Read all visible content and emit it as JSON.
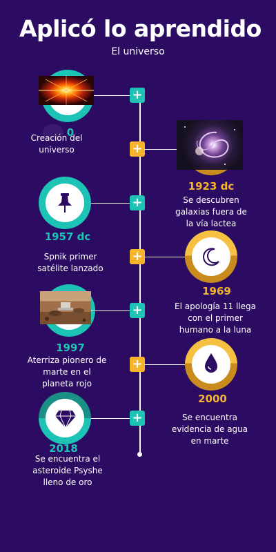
{
  "header": {
    "title": "Aplicó lo aprendido",
    "subtitle": "El universo"
  },
  "colors": {
    "background": "#2c0c63",
    "teal": "#1dc3b4",
    "gold": "#f6b42a"
  },
  "events": [
    {
      "year": "0",
      "description": "Creación del universo",
      "icon": "big-bang-photo"
    },
    {
      "year": "1923 dc",
      "description": "Se descubren galaxias fuera de la vía lactea",
      "icon": "spiral-galaxy-photo"
    },
    {
      "year": "1957 dc",
      "description": "Spnik primer satélite lanzado",
      "icon": "pushpin-icon"
    },
    {
      "year": "1969",
      "description": "El apología 11 llega con el primer humano a la luna",
      "icon": "moon-icon"
    },
    {
      "year": "1997",
      "description": "Aterriza pionero de marte en el planeta rojo",
      "icon": "mars-rover-photo"
    },
    {
      "year": "2000",
      "description": "Se encuentra evidencia de agua en marte",
      "icon": "water-drop-icon"
    },
    {
      "year": "2018",
      "description": "Se encuentra el asteroide Psyshe lleno de oro",
      "icon": "diamond-icon"
    }
  ],
  "plus_symbol": "+"
}
